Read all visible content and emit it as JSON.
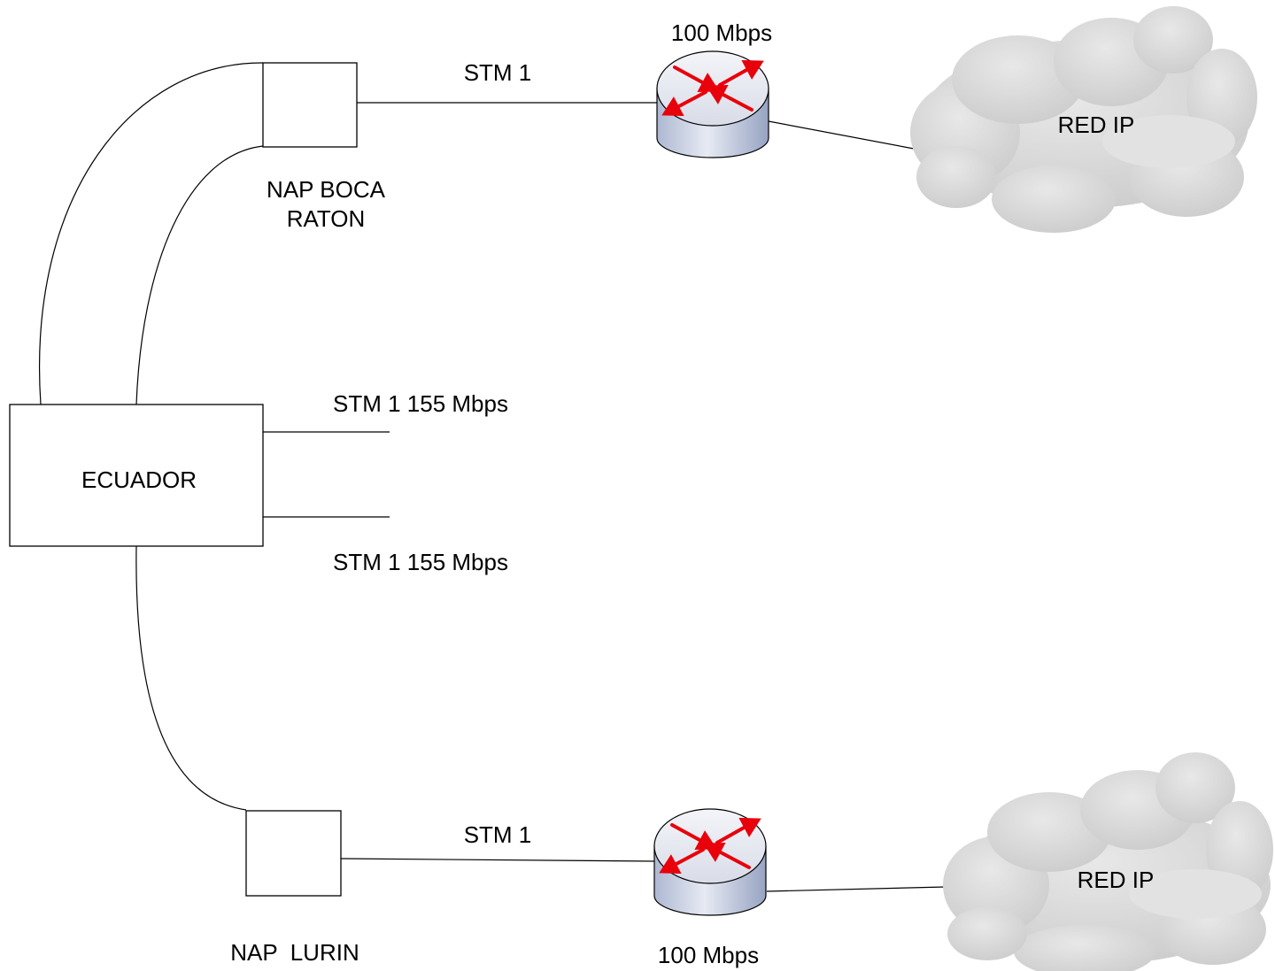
{
  "nodes": {
    "ecuador": "ECUADOR",
    "nap_boca_raton_line1": "NAP BOCA",
    "nap_boca_raton_line2": "RATON",
    "nap_lurin": "NAP  LURIN",
    "cloud_top": "RED IP",
    "cloud_bottom": "RED IP"
  },
  "links": {
    "top_stm": "STM 1",
    "bottom_stm": "STM 1",
    "ecuador_stm_upper": "STM 1 155 Mbps",
    "ecuador_stm_lower": "STM 1 155 Mbps"
  },
  "routers": {
    "top_speed": "100 Mbps",
    "bottom_speed": "100 Mbps"
  },
  "colors": {
    "router_top": "#e4e6f0",
    "router_side_light": "#dde2ee",
    "router_side_dark": "#9aa6c4",
    "router_arrows": "#e8000b",
    "cloud": "#d8d8d8"
  },
  "icons": {
    "router": "router-icon",
    "cloud": "cloud-icon"
  }
}
